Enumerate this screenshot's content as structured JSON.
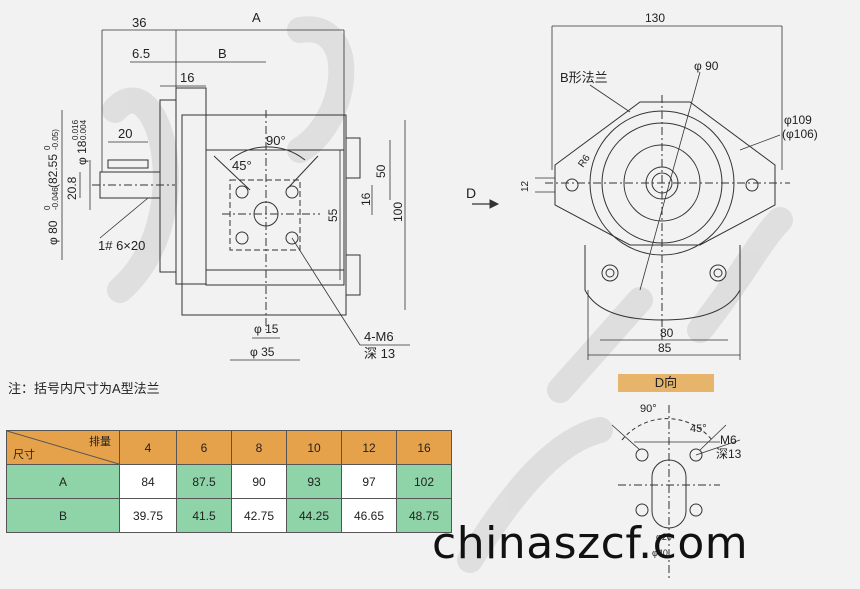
{
  "front_view": {
    "dim_36": "36",
    "dim_A": "A",
    "dim_6_5": "6.5",
    "dim_B": "B",
    "dim_16": "16",
    "dim_20": "20",
    "dim_20_8": "20.8",
    "shaft_dia": "φ 18",
    "shaft_tol_upper": "0.016",
    "shaft_tol_lower": "0.004",
    "pilot_dia": "φ 80",
    "pilot_tol_upper": "0",
    "pilot_tol_lower": "-0.046",
    "pilot_alt": "(82.55",
    "pilot_alt_tol_upper": "0",
    "pilot_alt_tol_lower": "-0.05)",
    "angle_90": "90°",
    "angle_45": "45°",
    "key": "1# 6×20",
    "dim_50": "50",
    "dim_55": "55",
    "dim_16b": "16",
    "dim_100": "100",
    "port_dia": "φ 15",
    "port_bolt": "φ 35",
    "thread": "4-M6",
    "thread_depth": "深 13"
  },
  "side_view": {
    "dim_130": "130",
    "flange_label": "B形法兰",
    "dia_90": "φ 90",
    "dia_109": "φ109",
    "dia_106": "(φ106)",
    "r6": "R6",
    "dim_12": "12",
    "dim_80": "80",
    "dim_85": "85",
    "view_arrow": "D"
  },
  "note": "注：括号内尺寸为A型法兰",
  "table": {
    "corner_top": "排量",
    "corner_bottom": "尺寸",
    "columns": [
      "4",
      "6",
      "8",
      "10",
      "12",
      "16"
    ],
    "rows": [
      {
        "label": "A",
        "values": [
          "84",
          "87.5",
          "90",
          "93",
          "97",
          "102"
        ]
      },
      {
        "label": "B",
        "values": [
          "39.75",
          "41.5",
          "42.75",
          "44.25",
          "46.65",
          "48.75"
        ]
      }
    ]
  },
  "d_view": {
    "title": "D向",
    "angle_90": "90°",
    "angle_45": "45°",
    "thread": "M6",
    "thread_depth": "深13",
    "dim_1": "φ20",
    "dim_2": "φ40"
  },
  "watermark": "chinaszcf.com"
}
